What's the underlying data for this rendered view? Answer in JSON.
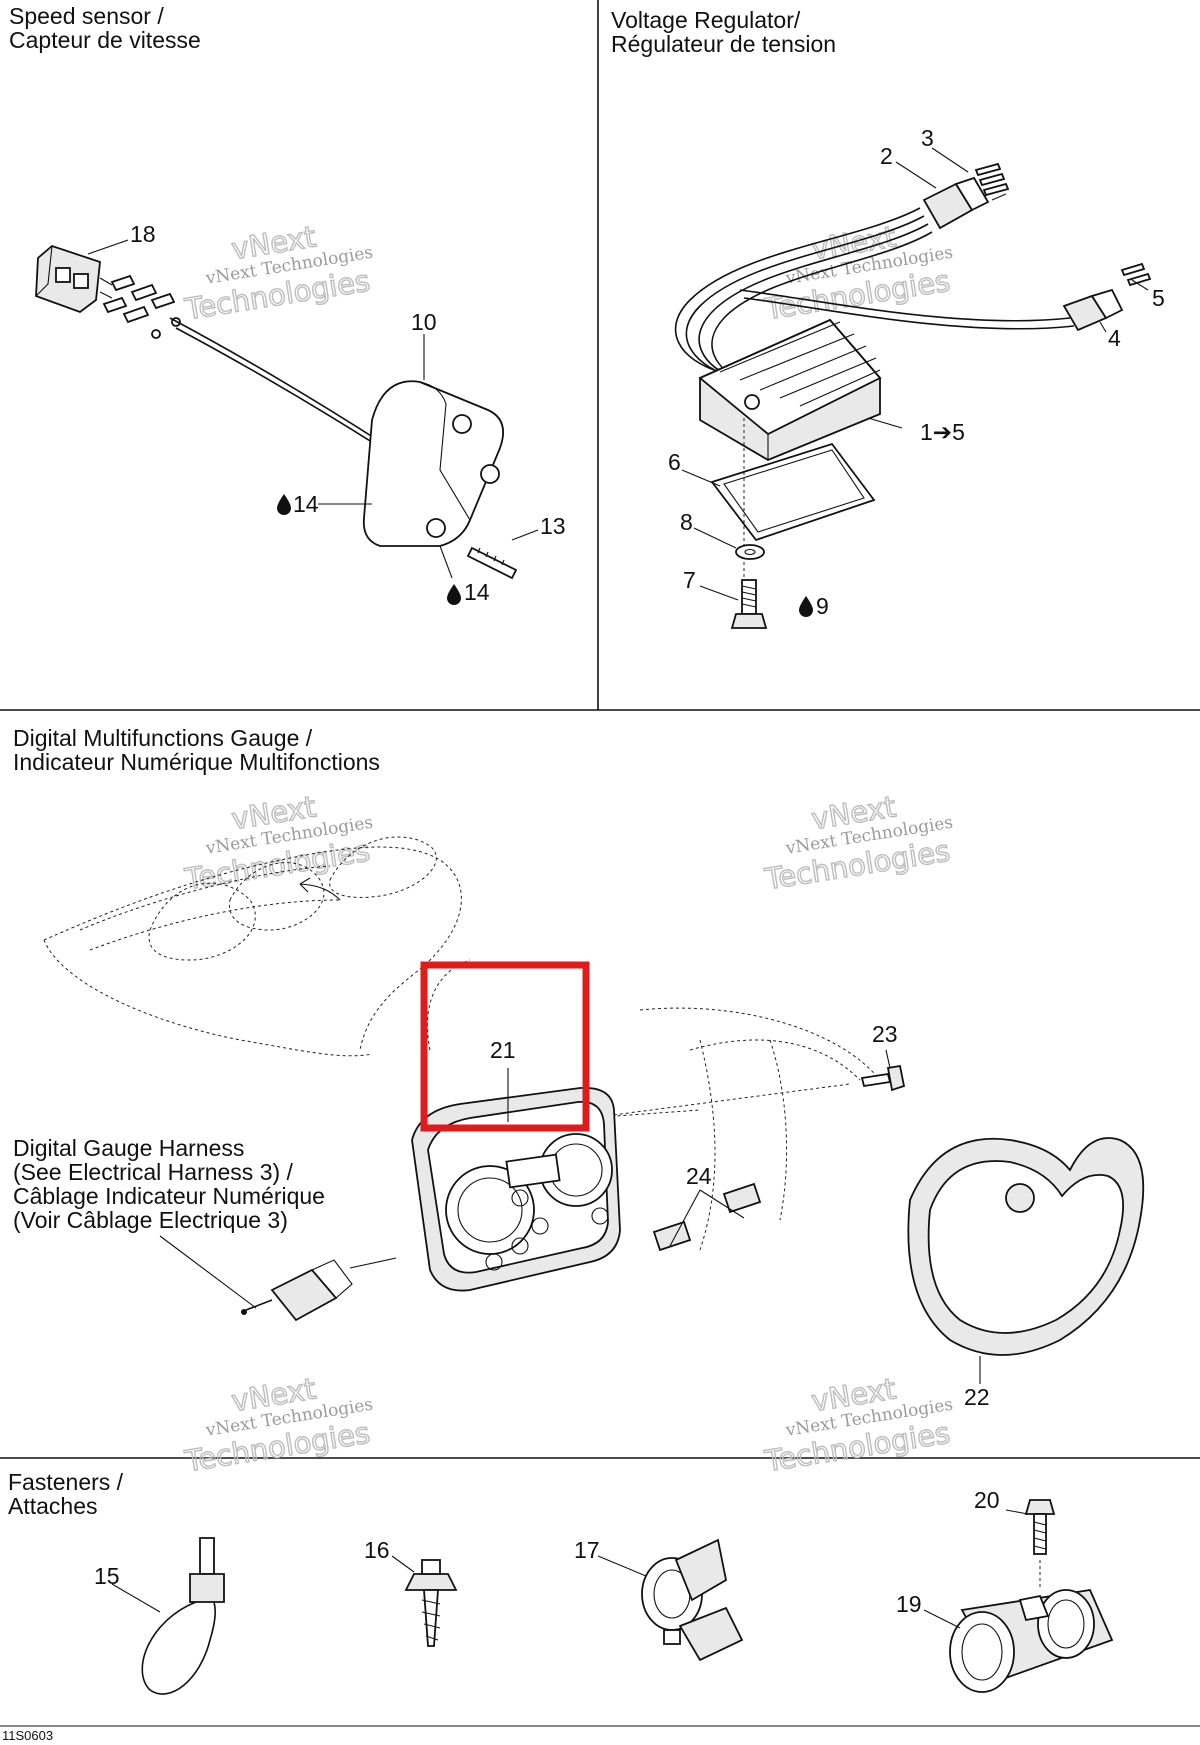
{
  "sections": {
    "speed_sensor": {
      "title_line1": "Speed sensor /",
      "title_line2": "Capteur de vitesse"
    },
    "voltage_regulator": {
      "title_line1": "Voltage Regulator/",
      "title_line2": "Régulateur de tension"
    },
    "digital_gauge": {
      "title_line1": "Digital Multifunctions Gauge /",
      "title_line2": "Indicateur Numérique Multifonctions"
    },
    "gauge_harness": {
      "line1": "Digital Gauge Harness",
      "line2": "(See Electrical Harness 3) /",
      "line3": "Câblage Indicateur Numérique",
      "line4": "(Voir Câblage Electrique 3)"
    },
    "fasteners": {
      "title_line1": "Fasteners /",
      "title_line2": "Attaches"
    }
  },
  "callouts": {
    "c18": "18",
    "c10": "10",
    "c14a": "14",
    "c14b": "14",
    "c13": "13",
    "c2": "2",
    "c3": "3",
    "c5": "5",
    "c4": "4",
    "c1to5": "1➔5",
    "c6": "6",
    "c8": "8",
    "c7": "7",
    "c9": "9",
    "c21": "21",
    "c23": "23",
    "c24": "24",
    "c22": "22",
    "c15": "15",
    "c16": "16",
    "c17": "17",
    "c20": "20",
    "c19": "19"
  },
  "watermark": {
    "line1": "vNext Technologies",
    "line2": "Technologies",
    "line3": "vNext"
  },
  "footer": {
    "drawing_number": "11S0603"
  },
  "highlight": {
    "color": "#e01b1b",
    "target_callout": "21"
  },
  "icons": {
    "liquid_drop": "liquid-drop-icon",
    "arrow": "arrow-right-icon"
  }
}
